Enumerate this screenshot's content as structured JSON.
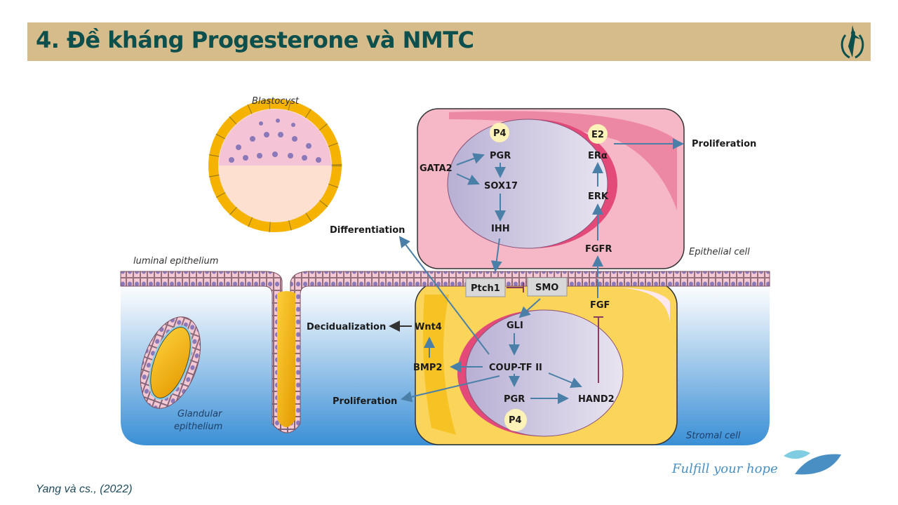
{
  "slide": {
    "title": "4. Đề kháng Progesterone và NMTC",
    "citation": "Yang và cs., (2022)",
    "slogan": "Fulfill your hope",
    "colors": {
      "title_bar": "#d5bc8a",
      "title_text": "#0d4f4c",
      "arrow": "#4a7fa8",
      "inhibit": "#8b3a62",
      "epithelial_cell": "#f6b8c6",
      "stromal_cell": "#fbd45a",
      "nucleus": "#cfc8e0",
      "hormone_bubble": "#fdf2b8"
    }
  },
  "diagram": {
    "region_labels": {
      "blastocyst": "Blastocyst",
      "luminal_epithelium": "luminal epithelium",
      "glandular_epithelium_line1": "Glandular",
      "glandular_epithelium_line2": "epithelium",
      "epithelial_cell": "Epithelial cell",
      "stromal_cell": "Stromal cell"
    },
    "epithelial": {
      "p4": "P4",
      "e2": "E2",
      "pgr": "PGR",
      "gata2": "GATA2",
      "sox17": "SOX17",
      "ihh": "IHH",
      "era": "ERα",
      "erk": "ERK",
      "fgfr": "FGFR",
      "proliferation": "Proliferation"
    },
    "stromal": {
      "ptch1": "Ptch1",
      "smo": "SMO",
      "fgf": "FGF",
      "gli": "GLI",
      "wnt4": "Wnt4",
      "decidualization": "Decidualization",
      "bmp2": "BMP2",
      "coup_tf_ii": "COUP-TF II",
      "proliferation": "Proliferation",
      "pgr": "PGR",
      "hand2": "HAND2",
      "p4": "P4",
      "differentiation": "Differentiation"
    },
    "edges": [
      {
        "from": "GATA2",
        "to": "PGR",
        "type": "activate"
      },
      {
        "from": "GATA2",
        "to": "SOX17",
        "type": "activate"
      },
      {
        "from": "PGR",
        "to": "SOX17",
        "type": "activate"
      },
      {
        "from": "SOX17",
        "to": "IHH",
        "type": "activate"
      },
      {
        "from": "IHH",
        "to": "Ptch1",
        "type": "activate"
      },
      {
        "from": "Ptch1",
        "to": "SMO",
        "type": "inhibit"
      },
      {
        "from": "SMO",
        "to": "GLI",
        "type": "activate"
      },
      {
        "from": "GLI",
        "to": "COUP-TF II",
        "type": "activate"
      },
      {
        "from": "COUP-TF II",
        "to": "Differentiation",
        "type": "activate"
      },
      {
        "from": "COUP-TF II",
        "to": "BMP2",
        "type": "activate"
      },
      {
        "from": "COUP-TF II",
        "to": "Proliferation",
        "type": "activate"
      },
      {
        "from": "COUP-TF II",
        "to": "PGR",
        "type": "activate"
      },
      {
        "from": "COUP-TF II",
        "to": "HAND2",
        "type": "activate"
      },
      {
        "from": "PGR",
        "to": "HAND2",
        "type": "activate"
      },
      {
        "from": "HAND2",
        "to": "FGF",
        "type": "inhibit"
      },
      {
        "from": "FGF",
        "to": "FGFR",
        "type": "activate"
      },
      {
        "from": "FGFR",
        "to": "ERK",
        "type": "activate"
      },
      {
        "from": "ERK",
        "to": "ERα",
        "type": "activate"
      },
      {
        "from": "E2",
        "to": "Proliferation",
        "type": "activate"
      },
      {
        "from": "BMP2",
        "to": "Wnt4",
        "type": "activate"
      },
      {
        "from": "Wnt4",
        "to": "Decidualization",
        "type": "activate"
      }
    ]
  }
}
